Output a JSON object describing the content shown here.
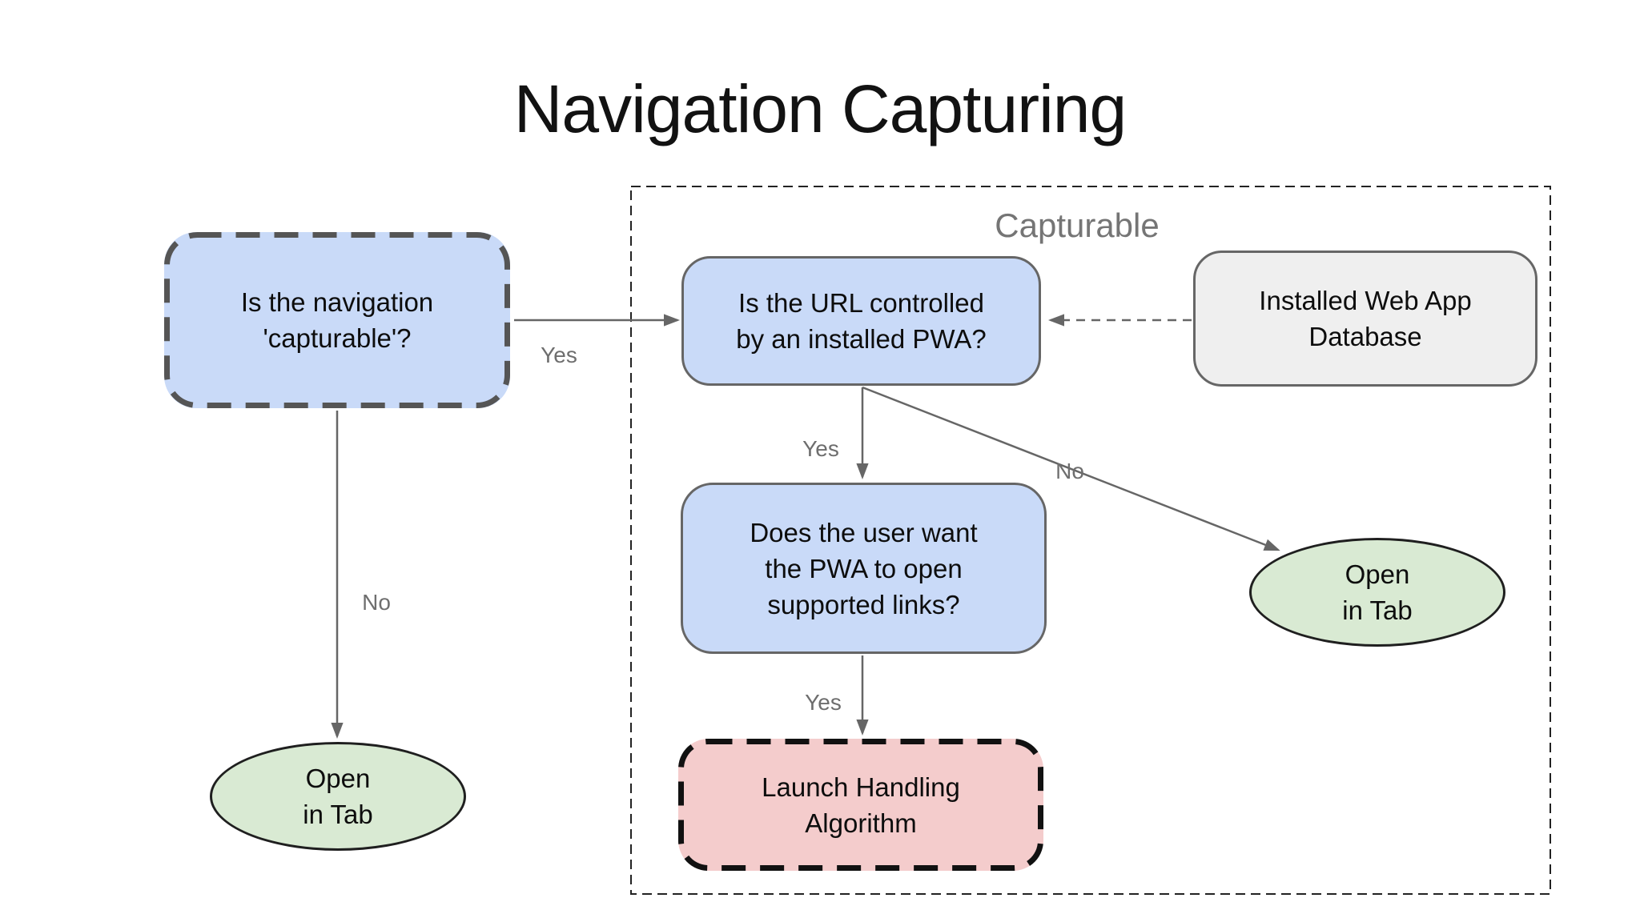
{
  "title": "Navigation Capturing",
  "container": {
    "label": "Capturable"
  },
  "nodes": {
    "capturable_question": {
      "lines": [
        "Is the navigation",
        "'capturable'?"
      ]
    },
    "url_question": {
      "lines": [
        "Is the URL controlled",
        "by an installed PWA?"
      ]
    },
    "installed_db": {
      "lines": [
        "Installed Web App",
        "Database"
      ]
    },
    "user_question": {
      "lines": [
        "Does the user want",
        "the PWA to open",
        "supported links?"
      ]
    },
    "launch_handling": {
      "lines": [
        "Launch Handling",
        "Algorithm"
      ]
    },
    "open_in_tab_left": {
      "lines": [
        "Open",
        "in Tab"
      ]
    },
    "open_in_tab_right": {
      "lines": [
        "Open",
        "in Tab"
      ]
    }
  },
  "edges": {
    "capturable_yes": "Yes",
    "capturable_no": "No",
    "url_yes": "Yes",
    "url_no": "No",
    "user_yes": "Yes"
  },
  "colors": {
    "question_fill": "#c9daf8",
    "terminal_fill": "#d9ead3",
    "process_fill": "#f4cccc",
    "database_fill": "#efefef",
    "solid_border": "#666666",
    "dashed_dark_border": "#555555",
    "dashed_black_border": "#111111",
    "arrow": "#666666",
    "edge_label_text": "#6e6e6e",
    "group_label_text": "#757575",
    "node_text": "#0d0d0d"
  }
}
